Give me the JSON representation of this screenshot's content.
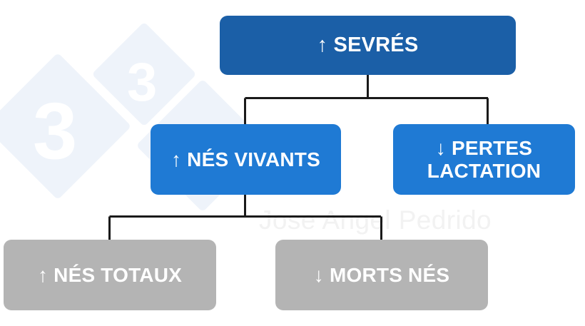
{
  "diagram": {
    "title_watermark": "Jose Angel Pedrido",
    "logo_watermark": {
      "digit": "3",
      "name": "333-logo-watermark"
    },
    "colors": {
      "root_blue": "#1b5fa7",
      "branch_blue": "#1f7ad4",
      "leaf_grey": "#b4b4b4",
      "connector_black": "#1a1a1a",
      "text_white": "#ffffff",
      "watermark_blue": "#eef3fa",
      "watermark_grey": "#f2f2f2",
      "background": "#ffffff"
    },
    "nodes": [
      {
        "id": "sevres",
        "label": "↑ SEVRÉS",
        "arrow": "↑",
        "text": "SEVRÉS",
        "level": 0,
        "color": "#1b5fa7"
      },
      {
        "id": "nes-vivants",
        "label": "↑ NÉS VIVANTS",
        "arrow": "↑",
        "text": "NÉS VIVANTS",
        "level": 1,
        "color": "#1f7ad4"
      },
      {
        "id": "pertes-lactation",
        "label": "↓ PERTES\nLACTATION",
        "arrow": "↓",
        "text": "PERTES LACTATION",
        "level": 1,
        "color": "#1f7ad4"
      },
      {
        "id": "nes-totaux",
        "label": "↑ NÉS TOTAUX",
        "arrow": "↑",
        "text": "NÉS TOTAUX",
        "level": 2,
        "color": "#b4b4b4"
      },
      {
        "id": "morts-nes",
        "label": "↓ MORTS NÉS",
        "arrow": "↓",
        "text": "MORTS NÉS",
        "level": 2,
        "color": "#b4b4b4"
      }
    ],
    "edges": [
      {
        "from": "sevres",
        "to": "nes-vivants"
      },
      {
        "from": "sevres",
        "to": "pertes-lactation"
      },
      {
        "from": "nes-vivants",
        "to": "nes-totaux"
      },
      {
        "from": "nes-vivants",
        "to": "morts-nes"
      }
    ]
  }
}
